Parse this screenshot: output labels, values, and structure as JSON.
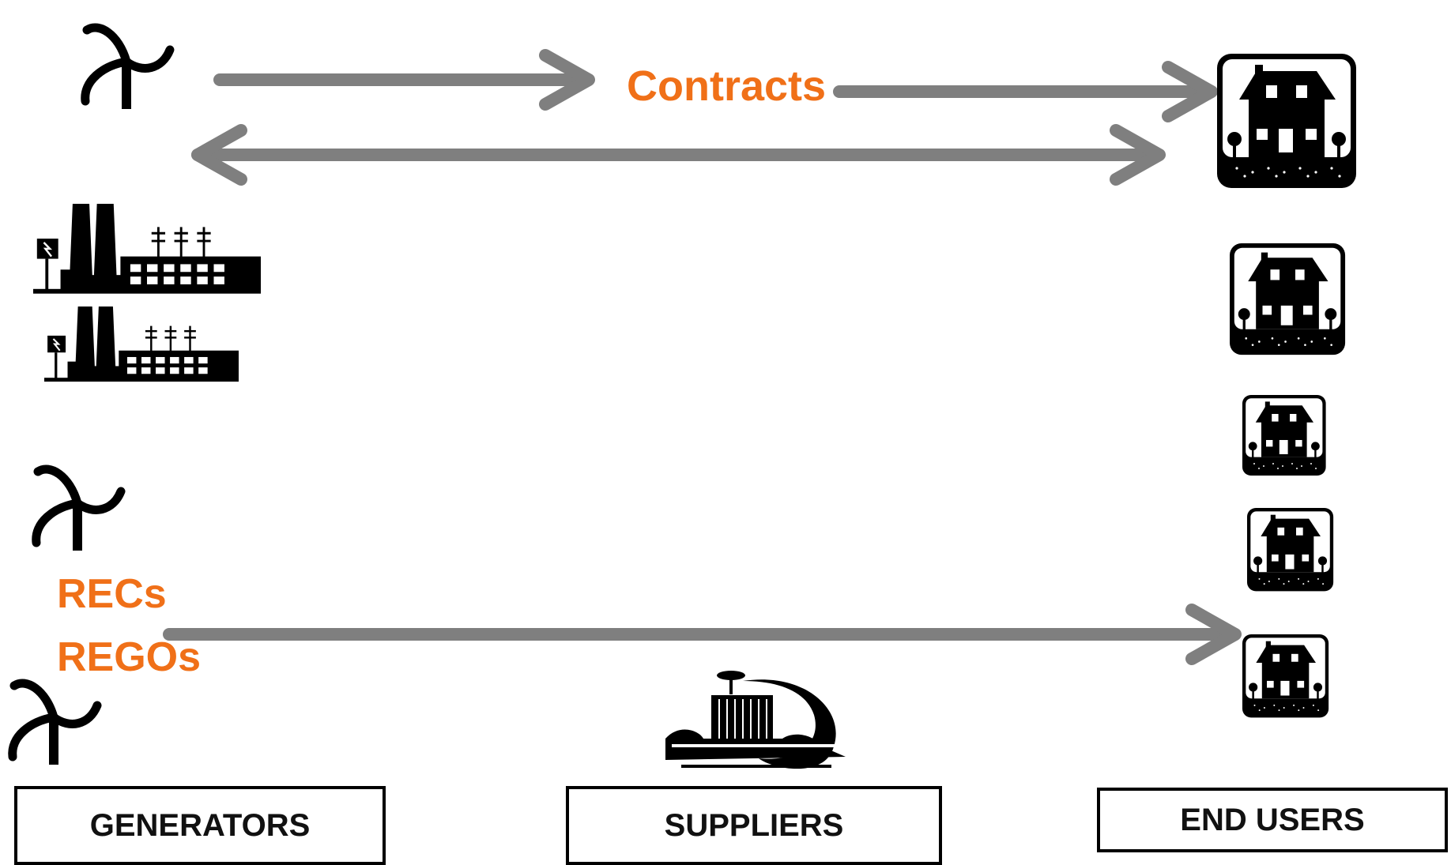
{
  "labels": {
    "contracts": "Contracts",
    "recs": "RECs",
    "regos": "REGOs"
  },
  "columns": {
    "generators": "GENERATORS",
    "suppliers": "SUPPLIERS",
    "end_users": "END USERS"
  },
  "colors": {
    "arrow": "#7f7f7f",
    "accent": "#f07018",
    "ink": "#000000"
  },
  "icons": [
    "wind-turbine-icon",
    "power-plant-icon",
    "house-icon",
    "supplier-building-icon"
  ]
}
